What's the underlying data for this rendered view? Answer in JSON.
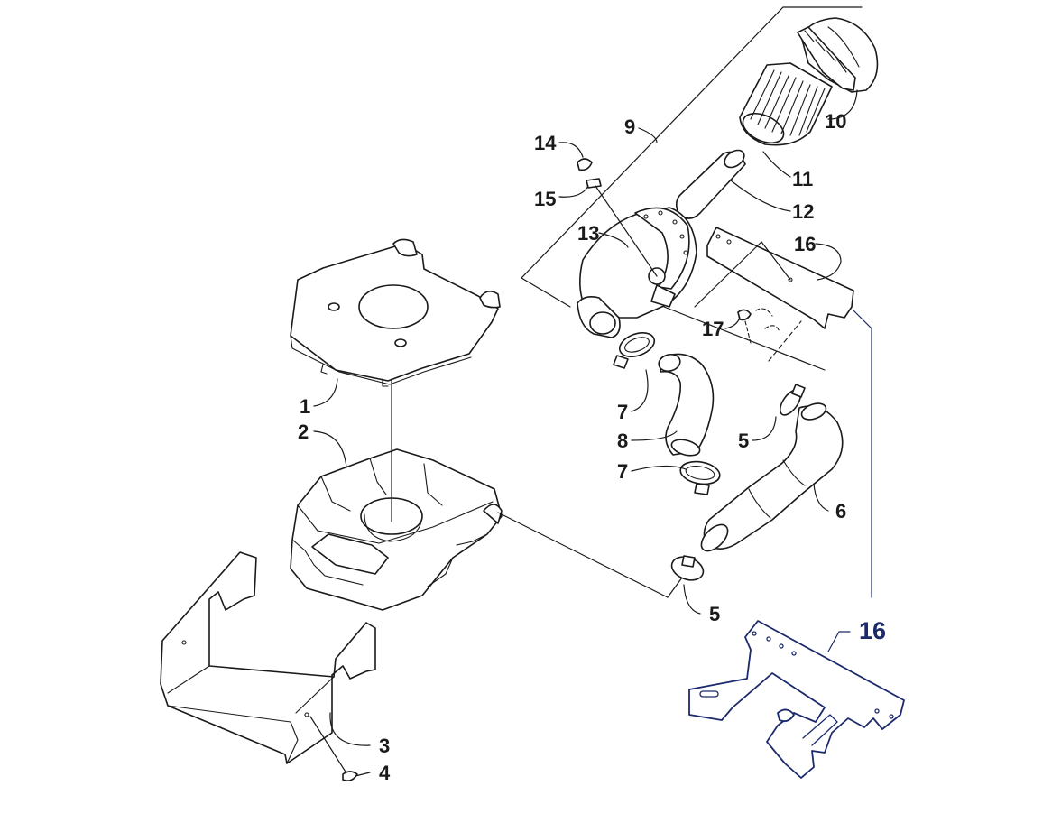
{
  "callouts": {
    "c1": "1",
    "c2": "2",
    "c3": "3",
    "c4": "4",
    "c5a": "5",
    "c5b": "5",
    "c6": "6",
    "c7a": "7",
    "c7b": "7",
    "c8": "8",
    "c9": "9",
    "c10": "10",
    "c11": "11",
    "c12": "12",
    "c13": "13",
    "c14": "14",
    "c15": "15",
    "c16": "16",
    "c17": "17",
    "c16_detail": "16"
  },
  "colors": {
    "line": "#1a1a1a",
    "detail_highlight": "#1c2a6b",
    "background": "#ffffff"
  }
}
